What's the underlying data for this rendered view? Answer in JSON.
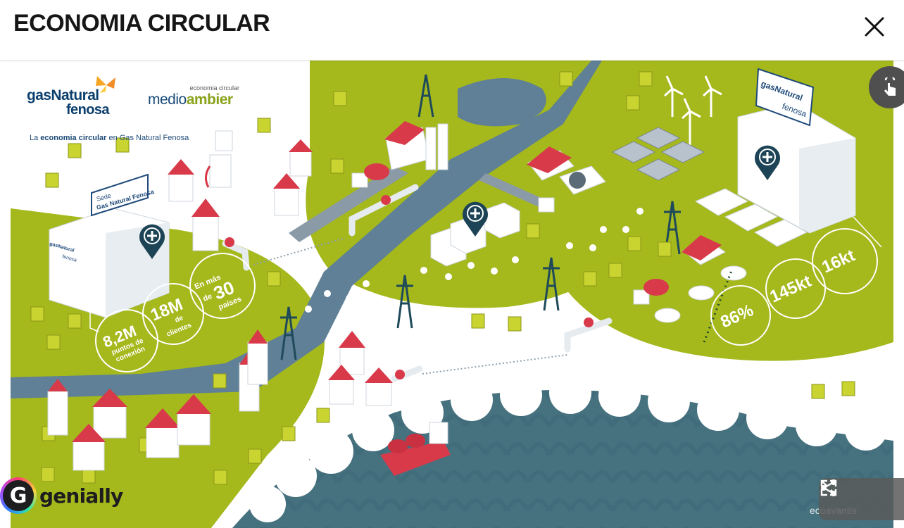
{
  "header": {
    "title": "ECONOMIA CIRCULAR"
  },
  "brand": {
    "gas_natural_line1": "gasNatural",
    "gas_natural_line2": "fenosa",
    "medio_small": "economia circular",
    "medio_part1": "medio",
    "medio_part2": "ambier",
    "tagline_part1": "La ",
    "tagline_bold": "economia circular",
    "tagline_part2": " en Gas Natural Fenosa"
  },
  "signs": {
    "hq_sign_line1": "Sede",
    "hq_sign_line2": "Gas Natural Fenosa",
    "building_label_1": "gasNatural",
    "building_label_2": "fenosa",
    "right_sign_line1": "gasNatural",
    "right_sign_line2": "fenosa"
  },
  "stats": {
    "points_value": "8,2M",
    "points_label_1": "puntos de",
    "points_label_2": "conexión",
    "clients_value": "18M",
    "clients_label_1": "de",
    "clients_label_2": "clientes",
    "countries_pre_1": "En más",
    "countries_pre_2": "de",
    "countries_value": "30",
    "countries_label": "países",
    "pct_value": "86%",
    "kt1_value": "145kt",
    "kt2_value": "16kt"
  },
  "footer": {
    "genially_label": "genially",
    "genially_glyph": "G",
    "watermark": "ecoavantis"
  },
  "icons": {
    "close": "close-icon",
    "share": "share-icon",
    "fullscreen": "fullscreen-icon",
    "accessibility": "touch-hand-icon",
    "hotspot": "plus-pin-icon"
  },
  "colors": {
    "green": "#a4b71a",
    "river": "#5e7f95",
    "sea": "#44707f",
    "red_roof": "#d83a4a"
  }
}
